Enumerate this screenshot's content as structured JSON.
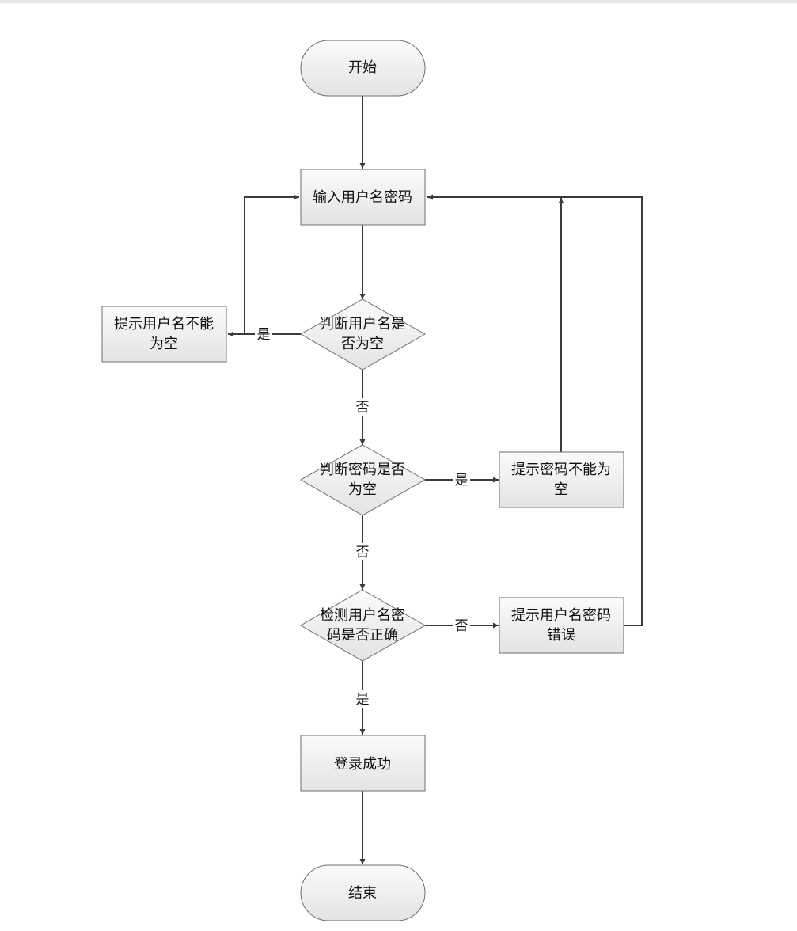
{
  "flowchart": {
    "nodes": {
      "start": {
        "lines": [
          "开始"
        ]
      },
      "input": {
        "lines": [
          "输入用户名密码"
        ]
      },
      "check_user_empty": {
        "lines": [
          "判断用户名是",
          "否为空"
        ]
      },
      "tip_user_empty": {
        "lines": [
          "提示用户名不能",
          "为空"
        ]
      },
      "check_pwd_empty": {
        "lines": [
          "判断密码是否",
          "为空"
        ]
      },
      "tip_pwd_empty": {
        "lines": [
          "提示密码不能为",
          "空"
        ]
      },
      "verify": {
        "lines": [
          "检测用户名密",
          "码是否正确"
        ]
      },
      "tip_error": {
        "lines": [
          "提示用户名密码",
          "错误"
        ]
      },
      "success": {
        "lines": [
          "登录成功"
        ]
      },
      "end": {
        "lines": [
          "结束"
        ]
      }
    },
    "edge_labels": {
      "user_empty_yes": "是",
      "user_empty_no": "否",
      "pwd_empty_yes": "是",
      "pwd_empty_no": "否",
      "verify_no": "否",
      "verify_yes": "是"
    }
  }
}
